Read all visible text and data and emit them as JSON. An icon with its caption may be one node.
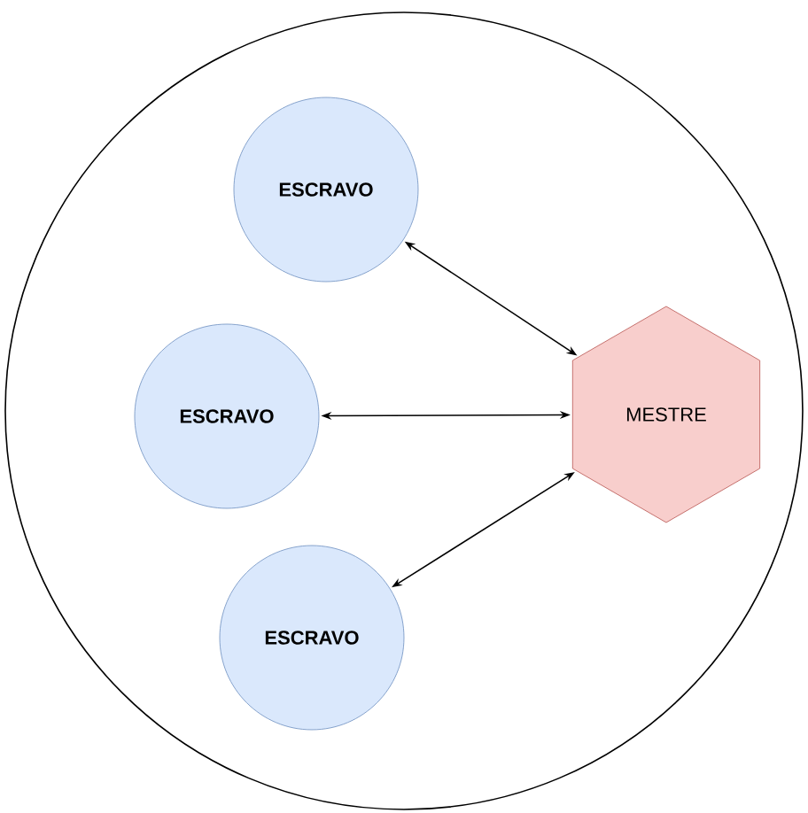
{
  "diagram": {
    "nodes": [
      {
        "text": [],
        "shape": "circle"
      },
      {
        "text": [
          "ESCRAVO"
        ],
        "in": 0
      },
      {
        "text": [
          "ESCRAVO"
        ],
        "in": 0
      },
      {
        "text": [
          "ESCRAVO"
        ],
        "in": 0
      },
      {
        "text": [
          "MESTRE"
        ],
        "in": 0
      }
    ],
    "edges": [
      {
        "from": 1,
        "to": 4,
        "arrow": "both"
      },
      {
        "from": 2,
        "to": 4,
        "arrow": "both"
      },
      {
        "from": 3,
        "to": 4,
        "arrow": "both"
      }
    ]
  }
}
